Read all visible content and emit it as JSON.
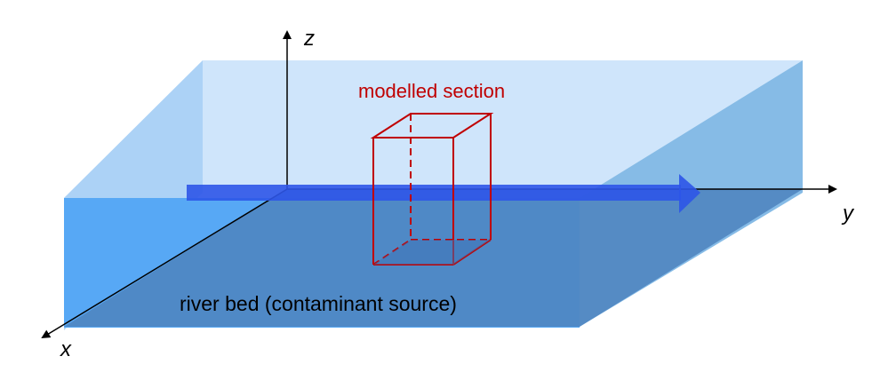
{
  "labels": {
    "z_axis": "z",
    "y_axis": "y",
    "x_axis": "x",
    "modelled_section": "modelled section",
    "river_bed": "river bed (contaminant source)"
  },
  "colors": {
    "top_face": "#cfe5fb",
    "front_face": "#57a8f5",
    "left_face": "#a6cff5",
    "right_face": "#86bbe6",
    "bottom_plane": "#4e84bf",
    "flow_arrow": "#2d55e8",
    "section_box": "#c00000",
    "axis": "#000000"
  }
}
